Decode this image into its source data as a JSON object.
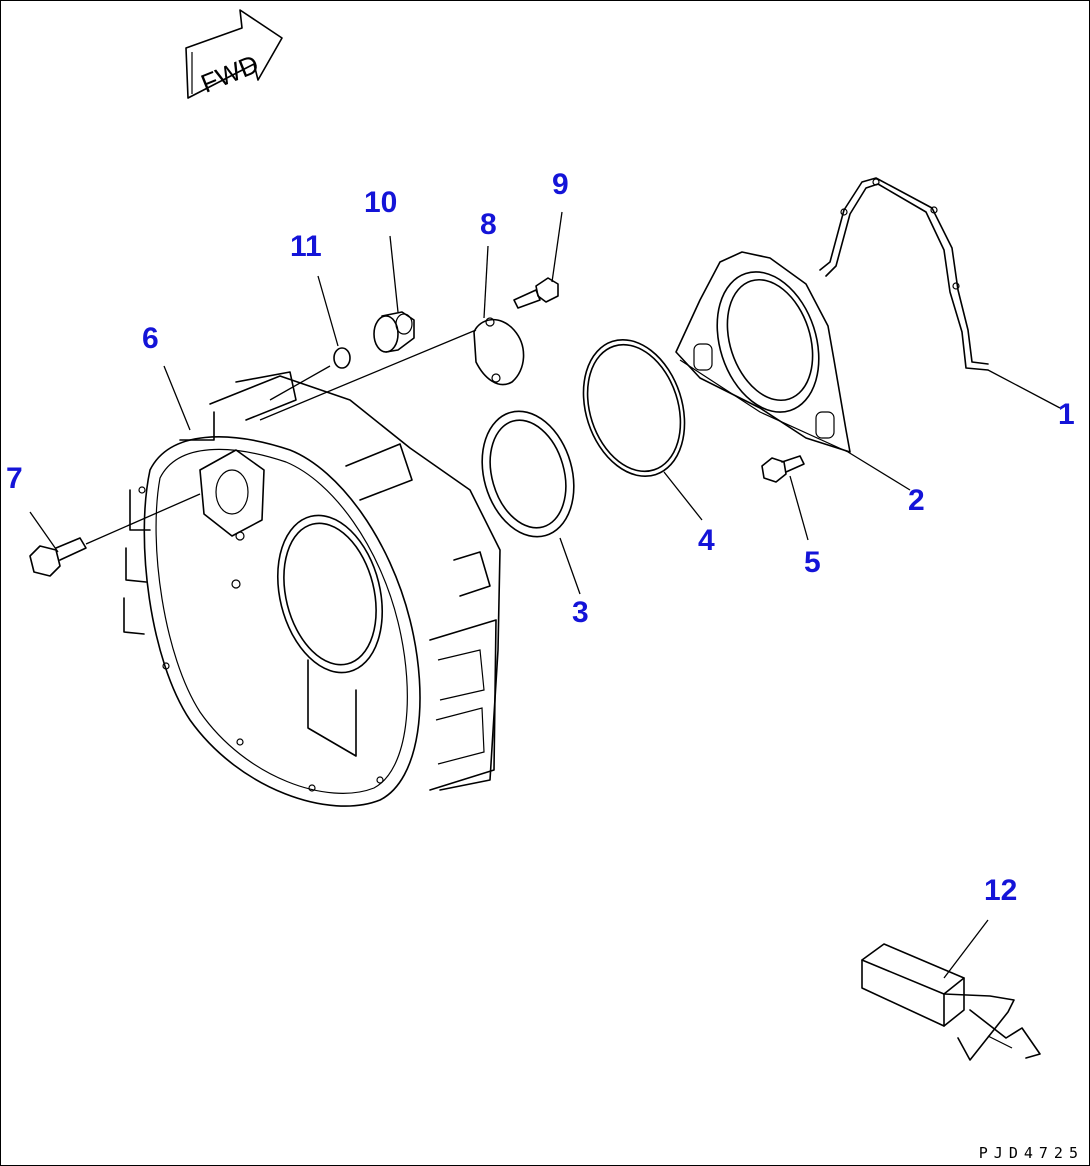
{
  "fwd_label": "FWD",
  "drawing_code": "PJD4725",
  "callouts": [
    {
      "id": "1",
      "label": "1"
    },
    {
      "id": "2",
      "label": "2"
    },
    {
      "id": "3",
      "label": "3"
    },
    {
      "id": "4",
      "label": "4"
    },
    {
      "id": "5",
      "label": "5"
    },
    {
      "id": "6",
      "label": "6"
    },
    {
      "id": "7",
      "label": "7"
    },
    {
      "id": "8",
      "label": "8"
    },
    {
      "id": "9",
      "label": "9"
    },
    {
      "id": "10",
      "label": "10"
    },
    {
      "id": "11",
      "label": "11"
    },
    {
      "id": "12",
      "label": "12"
    }
  ],
  "colors": {
    "callout": "#1414d8",
    "line": "#000000",
    "background": "#ffffff"
  }
}
